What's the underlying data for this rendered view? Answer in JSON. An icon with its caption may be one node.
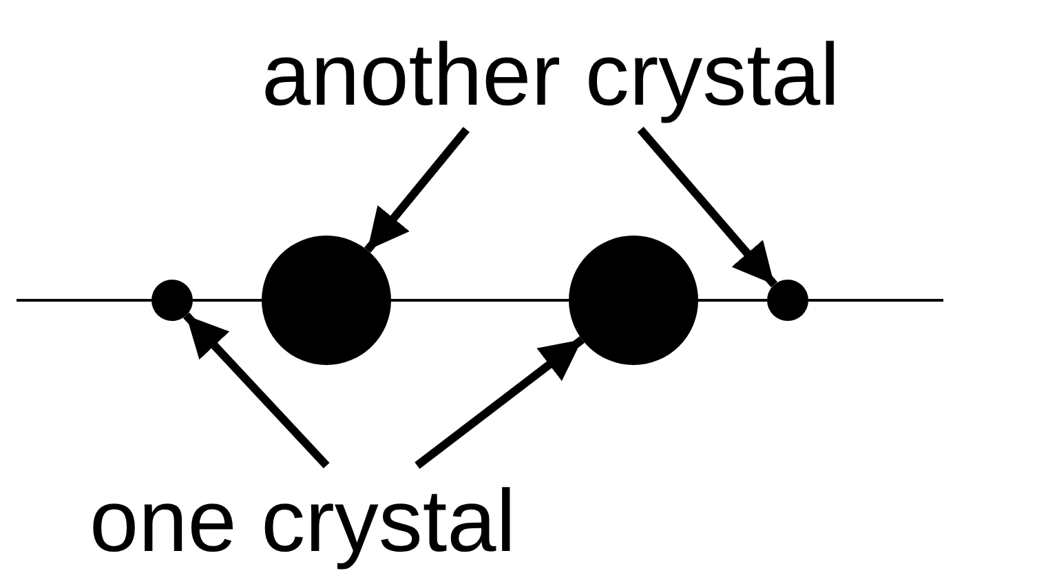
{
  "diagram": {
    "nodes": [
      {
        "text": [
          "another crystal"
        ]
      },
      {
        "text": [],
        "shape": "circle"
      },
      {
        "text": [],
        "shape": "circle"
      },
      {
        "text": [],
        "shape": "circle"
      },
      {
        "text": [],
        "shape": "circle"
      },
      {
        "text": [
          "one crystal"
        ]
      }
    ],
    "edges": [
      {
        "from": 0,
        "to": 2,
        "arrow": "to",
        "style": "thick"
      },
      {
        "from": 0,
        "to": 4,
        "arrow": "to",
        "style": "thick"
      },
      {
        "from": 5,
        "to": 1,
        "arrow": "to",
        "style": "thick"
      },
      {
        "from": 5,
        "to": 3,
        "arrow": "to",
        "style": "thick"
      },
      {
        "from": null,
        "to": 1,
        "arrow": "none"
      },
      {
        "from": 1,
        "to": 2,
        "arrow": "none"
      },
      {
        "from": 2,
        "to": 3,
        "arrow": "none"
      },
      {
        "from": 3,
        "to": 4,
        "arrow": "none"
      },
      {
        "from": 4,
        "to": null,
        "arrow": "none"
      }
    ]
  }
}
